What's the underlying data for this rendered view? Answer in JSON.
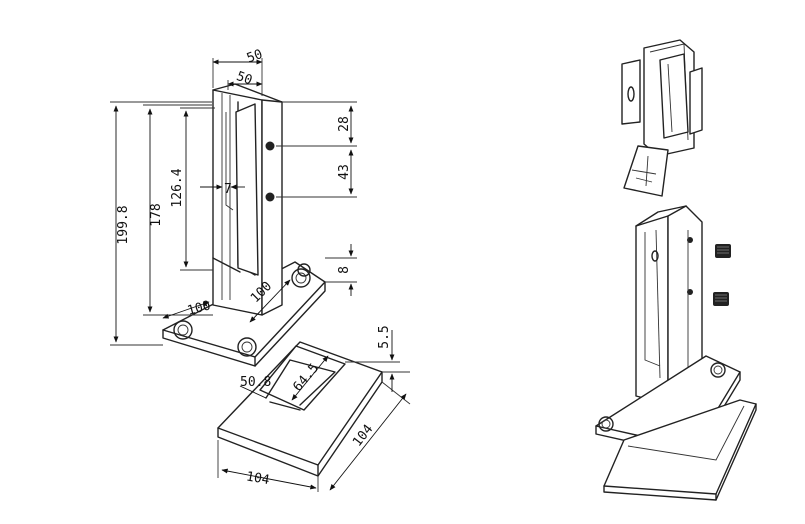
{
  "drawing": {
    "dimensions": {
      "overall_height": "199.8",
      "post_height": "178",
      "slot_height": "126.4",
      "slot_width": "7",
      "top_width_outer": "50",
      "top_width_inner": "50",
      "hole_top_offset": "28",
      "hole_spacing": "43",
      "base_thickness": "8",
      "base_side_a": "100",
      "base_side_b": "100",
      "cover_height": "5.5",
      "cover_opening_a": "50.8",
      "cover_opening_b": "64.5",
      "cover_side_a": "104",
      "cover_side_b": "104"
    }
  }
}
